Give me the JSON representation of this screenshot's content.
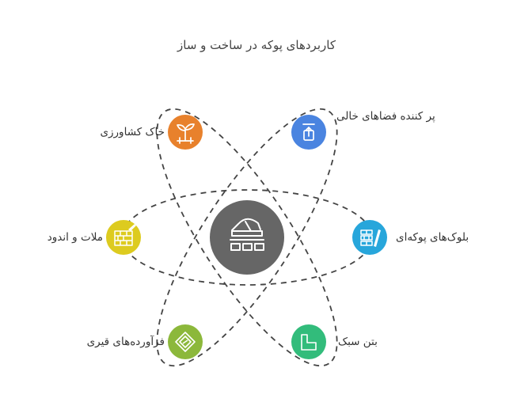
{
  "title": "کاربردهای پوکه در ساخت و ساز",
  "center": {
    "icon": "processing-machine-icon",
    "color": "#666666"
  },
  "nodes": [
    {
      "id": "agri-soil",
      "label": "خاک کشاورزی",
      "icon": "sprout-icon",
      "color": "#E8812C"
    },
    {
      "id": "void-filler",
      "label": "پر کننده فضاهای خالی",
      "icon": "upload-box-icon",
      "color": "#4A84E0"
    },
    {
      "id": "mortar",
      "label": "ملات و اندود",
      "icon": "brick-wall-icon",
      "color": "#DDCB1F"
    },
    {
      "id": "pumice-blocks",
      "label": "بلوک‌های پوکه‌ای",
      "icon": "block-stack-icon",
      "color": "#27A6DB"
    },
    {
      "id": "bitumen-products",
      "label": "فرآورده‌های قیری",
      "icon": "diamond-sign-icon",
      "color": "#8CB83B"
    },
    {
      "id": "lightweight-concrete",
      "label": "بتن سبک",
      "icon": "concrete-form-icon",
      "color": "#32BC7B"
    }
  ]
}
